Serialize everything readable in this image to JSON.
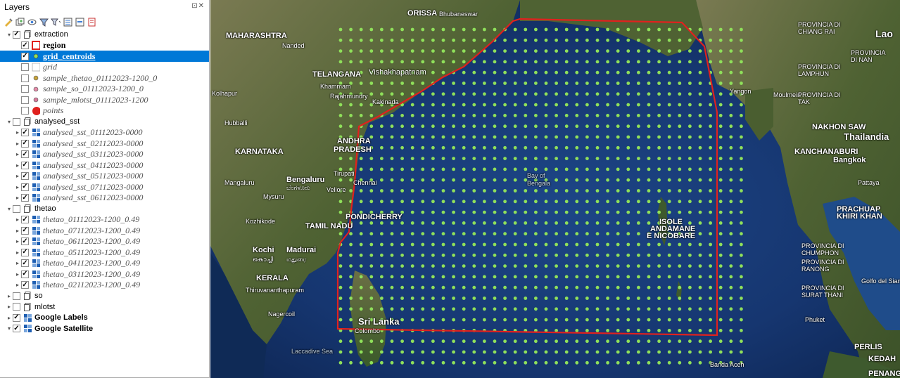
{
  "panel": {
    "title": "Layers",
    "controls": "⊡✕"
  },
  "layers": [
    {
      "indent": 0,
      "expand": "▾",
      "checked": "✓",
      "kind": "group",
      "label": "extraction",
      "style": "normal"
    },
    {
      "indent": 1,
      "expand": "",
      "checked": "✓",
      "kind": "poly-red",
      "label": "region",
      "style": "bold"
    },
    {
      "indent": 1,
      "expand": "",
      "checked": "✓",
      "kind": "dot-green",
      "label": "grid_centroids",
      "style": "bold",
      "selected": true
    },
    {
      "indent": 1,
      "expand": "",
      "checked": "",
      "kind": "poly-empty",
      "label": "grid",
      "style": "italic"
    },
    {
      "indent": 1,
      "expand": "",
      "checked": "",
      "kind": "dot-olive",
      "label": "sample_thetao_01112023-1200_0",
      "style": "italic"
    },
    {
      "indent": 1,
      "expand": "",
      "checked": "",
      "kind": "dot-pink",
      "label": "sample_so_01112023-1200_0",
      "style": "italic"
    },
    {
      "indent": 1,
      "expand": "",
      "checked": "",
      "kind": "dot-pink2",
      "label": "sample_mlotst_01112023-1200",
      "style": "italic"
    },
    {
      "indent": 1,
      "expand": "",
      "checked": "",
      "kind": "dot-bigred",
      "label": "points",
      "style": "italic"
    },
    {
      "indent": 0,
      "expand": "▾",
      "checked": "",
      "kind": "group",
      "label": "analysed_sst",
      "style": "normal"
    },
    {
      "indent": 1,
      "expand": "▸",
      "checked": "✓",
      "kind": "raster",
      "label": "analysed_sst_01112023-0000",
      "style": "italic"
    },
    {
      "indent": 1,
      "expand": "▸",
      "checked": "✓",
      "kind": "raster",
      "label": "analysed_sst_02112023-0000",
      "style": "italic"
    },
    {
      "indent": 1,
      "expand": "▸",
      "checked": "✓",
      "kind": "raster",
      "label": "analysed_sst_03112023-0000",
      "style": "italic"
    },
    {
      "indent": 1,
      "expand": "▸",
      "checked": "✓",
      "kind": "raster",
      "label": "analysed_sst_04112023-0000",
      "style": "italic"
    },
    {
      "indent": 1,
      "expand": "▸",
      "checked": "✓",
      "kind": "raster",
      "label": "analysed_sst_05112023-0000",
      "style": "italic"
    },
    {
      "indent": 1,
      "expand": "▸",
      "checked": "✓",
      "kind": "raster",
      "label": "analysed_sst_07112023-0000",
      "style": "italic"
    },
    {
      "indent": 1,
      "expand": "▸",
      "checked": "✓",
      "kind": "raster",
      "label": "analysed_sst_06112023-0000",
      "style": "italic"
    },
    {
      "indent": 0,
      "expand": "▾",
      "checked": "",
      "kind": "group",
      "label": "thetao",
      "style": "normal"
    },
    {
      "indent": 1,
      "expand": "▸",
      "checked": "✓",
      "kind": "raster",
      "label": "thetao_01112023-1200_0.49",
      "style": "italic"
    },
    {
      "indent": 1,
      "expand": "▸",
      "checked": "✓",
      "kind": "raster",
      "label": "thetao_07112023-1200_0.49",
      "style": "italic"
    },
    {
      "indent": 1,
      "expand": "▸",
      "checked": "✓",
      "kind": "raster",
      "label": "thetao_06112023-1200_0.49",
      "style": "italic"
    },
    {
      "indent": 1,
      "expand": "▸",
      "checked": "✓",
      "kind": "raster",
      "label": "thetao_05112023-1200_0.49",
      "style": "italic"
    },
    {
      "indent": 1,
      "expand": "▸",
      "checked": "✓",
      "kind": "raster",
      "label": "thetao_04112023-1200_0.49",
      "style": "italic"
    },
    {
      "indent": 1,
      "expand": "▸",
      "checked": "✓",
      "kind": "raster",
      "label": "thetao_03112023-1200_0.49",
      "style": "italic"
    },
    {
      "indent": 1,
      "expand": "▸",
      "checked": "✓",
      "kind": "raster",
      "label": "thetao_02112023-1200_0.49",
      "style": "italic"
    },
    {
      "indent": 0,
      "expand": "▸",
      "checked": "",
      "kind": "group",
      "label": "so",
      "style": "normal"
    },
    {
      "indent": 0,
      "expand": "▸",
      "checked": "",
      "kind": "group",
      "label": "mlotst",
      "style": "normal"
    },
    {
      "indent": 0,
      "expand": "▸",
      "checked": "✓",
      "kind": "raster",
      "label": "Google Labels",
      "style": "boldsans"
    },
    {
      "indent": 0,
      "expand": "▾",
      "checked": "✓",
      "kind": "raster",
      "label": "Google Satellite",
      "style": "boldsans"
    }
  ],
  "map_labels": {
    "orissa": "ORISSA",
    "bhubaneswar": "Bhubaneswar",
    "maharashtra": "MAHARASHTRA",
    "telangana": "TELANGANA",
    "vishakapatnam": "Vishakhapatnam",
    "andhra": "ANDHRA",
    "pradesh": "PRADESH",
    "karnataka": "KARNATAKA",
    "bengaluru": "Bengaluru",
    "bengaluru_local": "ಬೆಂಗಳೂರು",
    "chennai": "Chennai",
    "pondicherry": "PONDICHERRY",
    "tamilnadu": "TAMIL NADU",
    "kochi": "Kochi",
    "kochi_local": "കൊച്ചി",
    "madurai": "Madurai",
    "madurai_local": "மதுரை",
    "kerala": "KERALA",
    "srilanka": "Sri Lanka",
    "colombo": "Colombo",
    "bay": "Bay of",
    "bengala": "Bengala",
    "andaman": "ANDAMANE",
    "nicobare": "E NICOBARE",
    "isole": "ISOLE",
    "thailandia": "Thailandia",
    "bangkok": "Bangkok",
    "lao": "Lao",
    "nakhon": "NAKHON SAW",
    "kanchanaburi": "KANCHANABURI",
    "prachuap": "PRACHUAP",
    "khirikhan": "KHIRI KHAN",
    "chumphon": "PROVINCIA DI CHUMPHON",
    "ranong": "PROVINCIA DI RANONG",
    "surat": "PROVINCIA DI SURAT THANI",
    "golfo": "Golfo del Siam",
    "phuket": "Phuket",
    "perlis": "PERLIS",
    "kedah": "KEDAH",
    "penang": "PENANG",
    "bandaaceh": "Banda Aceh",
    "laccadive": "Laccadive Sea",
    "chiangrai": "PROVINCIA DI CHIANG RAI",
    "nan": "PROVINCIA DI NAN",
    "lamphun": "PROVINCIA DI LAMPHUN",
    "tak": "PROVINCIA DI TAK",
    "moulmein": "Moulmein",
    "pattaya": "Pattaya",
    "yangon": "Yangon",
    "mangaluru": "Mangaluru",
    "mysuru": "Mysuru",
    "kozhikode": "Kozhikode",
    "hubballi": "Hubballi",
    "nanded": "Nanded",
    "kolhapur": "Kolhapur",
    "rajahmundry": "Rajahmundry",
    "khammam": "Khammam",
    "kakinada": "Kakinada",
    "tirupati": "Tirupati",
    "vellore": "Vellore",
    "thiruvananthapuram": "Thiruvananthapuram",
    "nagercoil": "Nagercoil"
  },
  "colors": {
    "selection": "#0078d7",
    "region_outline": "#e0211e",
    "centroid_fill": "#8fe05a",
    "sea_dark": "#0e2449",
    "sea_mid": "#1b3f7a",
    "land": "#5b6b3d"
  }
}
